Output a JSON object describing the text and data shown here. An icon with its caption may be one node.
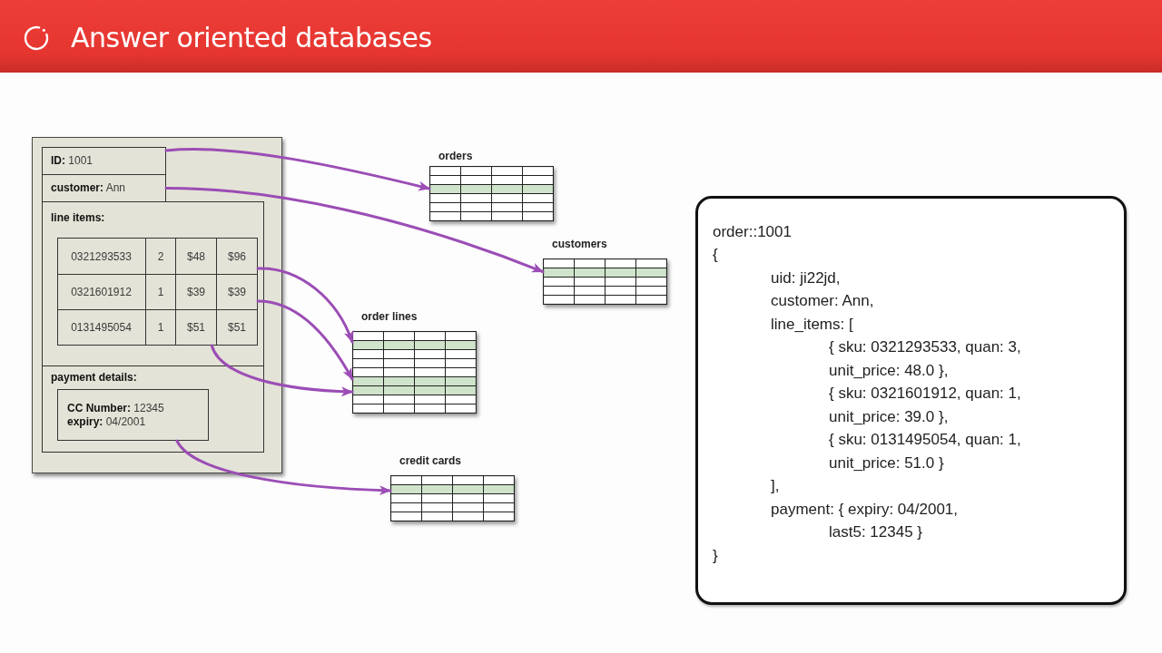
{
  "diagram": {
    "title": "Answer oriented databases",
    "nodes": [
      {
        "text": [],
        "shape": "box"
      },
      {
        "text": [
          "**ID:** 1001"
        ],
        "in": 0
      },
      {
        "text": [
          "**customer:** Ann"
        ],
        "in": 0
      },
      {
        "text": [
          "line items:"
        ],
        "in": 0
      },
      {
        "text": [
          "0321293533",
          "2",
          "$48",
          "$96"
        ],
        "in": 3
      },
      {
        "text": [
          "0321601912",
          "1",
          "$39",
          "$39"
        ],
        "in": 3
      },
      {
        "text": [
          "0131495054",
          "1",
          "$51",
          "$51"
        ],
        "in": 3
      },
      {
        "text": [
          "payment details:"
        ],
        "in": 0
      },
      {
        "text": [
          "**CC Number:** 12345",
          "**expiry:** 04/2001"
        ],
        "in": 7
      },
      {
        "text": [
          "orders"
        ]
      },
      {
        "text": [
          "customers"
        ]
      },
      {
        "text": [
          "order lines"
        ]
      },
      {
        "text": [
          "credit cards"
        ]
      },
      {
        "text": [
          "order::1001",
          "{",
          "uid: ji22jd,",
          "customer: Ann,",
          "line_items: [",
          "{ sku: 0321293533, quan: 3,",
          "unit_price: 48.0 },",
          "{ sku: 0321601912, quan: 1,",
          "unit_price: 39.0 },",
          "{ sku: 0131495054, quan: 1,",
          "unit_price: 51.0 }",
          "],",
          "payment: { expiry: 04/2001,",
          "last5: 12345 }",
          "}"
        ]
      }
    ],
    "edges": [
      {
        "from": 1,
        "to": 9,
        "arrow": "to"
      },
      {
        "from": 2,
        "to": 10,
        "arrow": "to"
      },
      {
        "from": 4,
        "to": 11,
        "arrow": "to"
      },
      {
        "from": 5,
        "to": 11,
        "arrow": "to"
      },
      {
        "from": 6,
        "to": 11,
        "arrow": "to"
      },
      {
        "from": 8,
        "to": 12,
        "arrow": "to"
      }
    ]
  }
}
